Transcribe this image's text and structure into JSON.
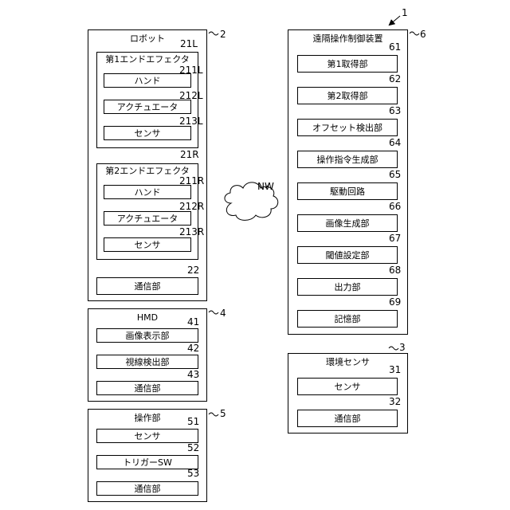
{
  "system": {
    "ref": "1"
  },
  "network": {
    "label": "NW"
  },
  "robot": {
    "title": "ロボット",
    "ref": "2",
    "left_effector": {
      "title": "第1エンドエフェクタ",
      "ref": "21L",
      "items": [
        {
          "label": "ハンド",
          "ref": "211L"
        },
        {
          "label": "アクチュエータ",
          "ref": "212L"
        },
        {
          "label": "センサ",
          "ref": "213L"
        }
      ]
    },
    "right_effector": {
      "title": "第2エンドエフェクタ",
      "ref": "21R",
      "items": [
        {
          "label": "ハンド",
          "ref": "211R"
        },
        {
          "label": "アクチュエータ",
          "ref": "212R"
        },
        {
          "label": "センサ",
          "ref": "213R"
        }
      ]
    },
    "comm": {
      "label": "通信部",
      "ref": "22"
    }
  },
  "hmd": {
    "title": "HMD",
    "ref": "4",
    "items": [
      {
        "label": "画像表示部",
        "ref": "41"
      },
      {
        "label": "視線検出部",
        "ref": "42"
      },
      {
        "label": "通信部",
        "ref": "43"
      }
    ]
  },
  "operation_unit": {
    "title": "操作部",
    "ref": "5",
    "items": [
      {
        "label": "センサ",
        "ref": "51"
      },
      {
        "label": "トリガーSW",
        "ref": "52"
      },
      {
        "label": "通信部",
        "ref": "53"
      }
    ]
  },
  "controller": {
    "title": "遠隔操作制御装置",
    "ref": "6",
    "items": [
      {
        "label": "第1取得部",
        "ref": "61"
      },
      {
        "label": "第2取得部",
        "ref": "62"
      },
      {
        "label": "オフセット検出部",
        "ref": "63"
      },
      {
        "label": "操作指令生成部",
        "ref": "64"
      },
      {
        "label": "駆動回路",
        "ref": "65"
      },
      {
        "label": "画像生成部",
        "ref": "66"
      },
      {
        "label": "閾値設定部",
        "ref": "67"
      },
      {
        "label": "出力部",
        "ref": "68"
      },
      {
        "label": "記憶部",
        "ref": "69"
      }
    ]
  },
  "env_sensor": {
    "title": "環境センサ",
    "ref": "3",
    "items": [
      {
        "label": "センサ",
        "ref": "31"
      },
      {
        "label": "通信部",
        "ref": "32"
      }
    ]
  }
}
